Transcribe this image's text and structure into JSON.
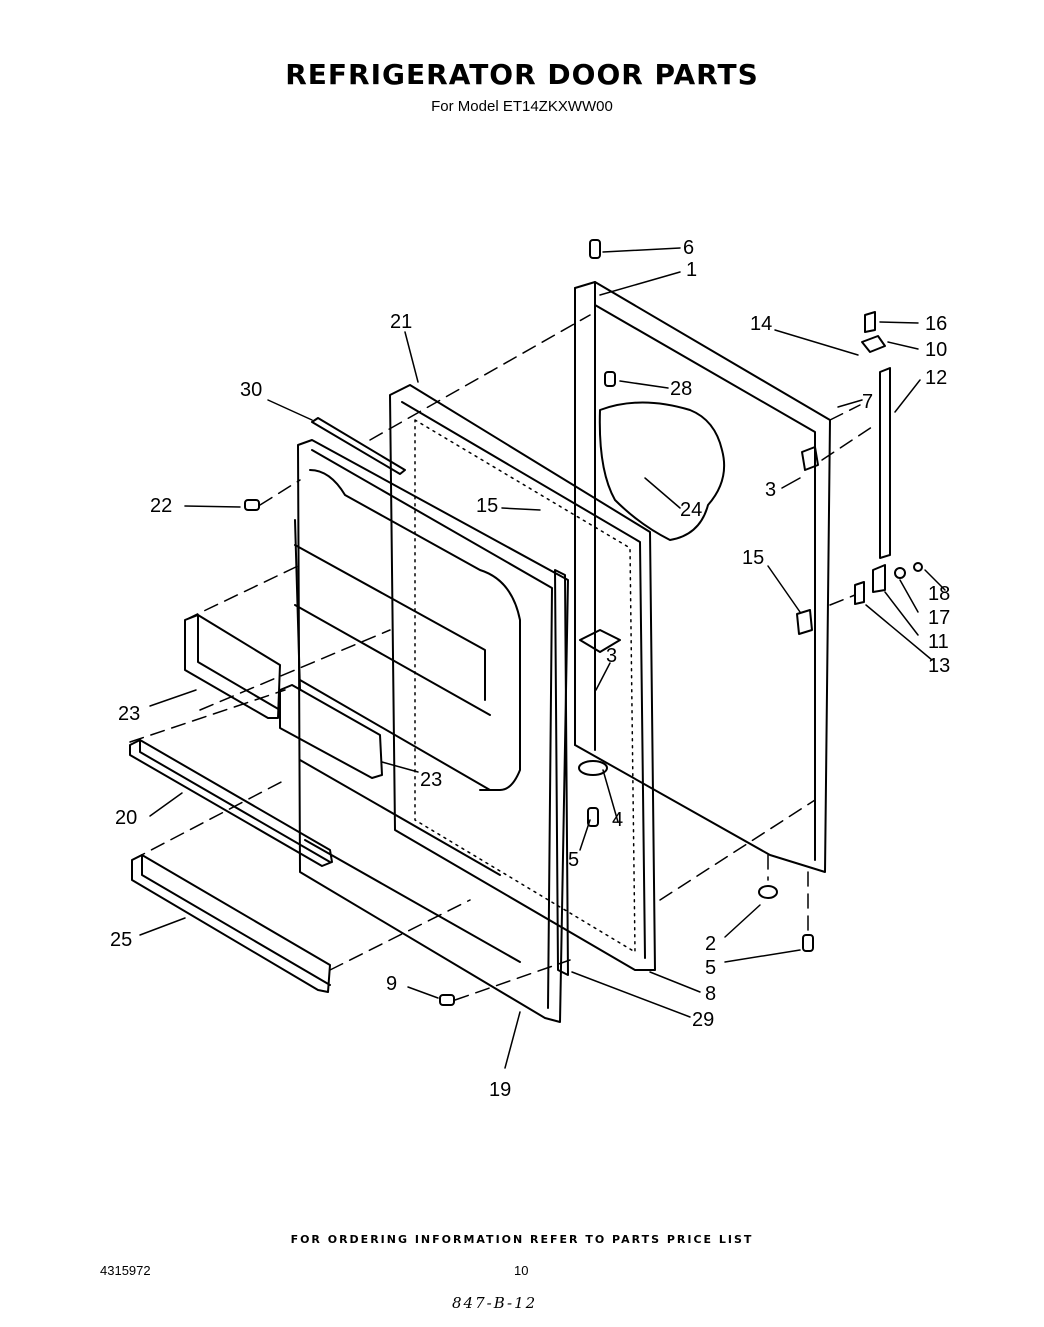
{
  "header": {
    "title": "REFRIGERATOR DOOR PARTS",
    "subtitle": "For Model ET14ZKXWW00"
  },
  "footer": {
    "ordering_note": "FOR ORDERING INFORMATION REFER TO PARTS PRICE LIST",
    "doc_number": "4315972",
    "page_number": "10",
    "handwritten_note": "847-B-12"
  },
  "callouts": [
    "6",
    "1",
    "16",
    "10",
    "12",
    "14",
    "7",
    "21",
    "28",
    "30",
    "3",
    "24",
    "22",
    "15",
    "15",
    "18",
    "17",
    "11",
    "13",
    "3",
    "23",
    "23",
    "4",
    "20",
    "5",
    "2",
    "5",
    "25",
    "8",
    "9",
    "29",
    "19"
  ]
}
